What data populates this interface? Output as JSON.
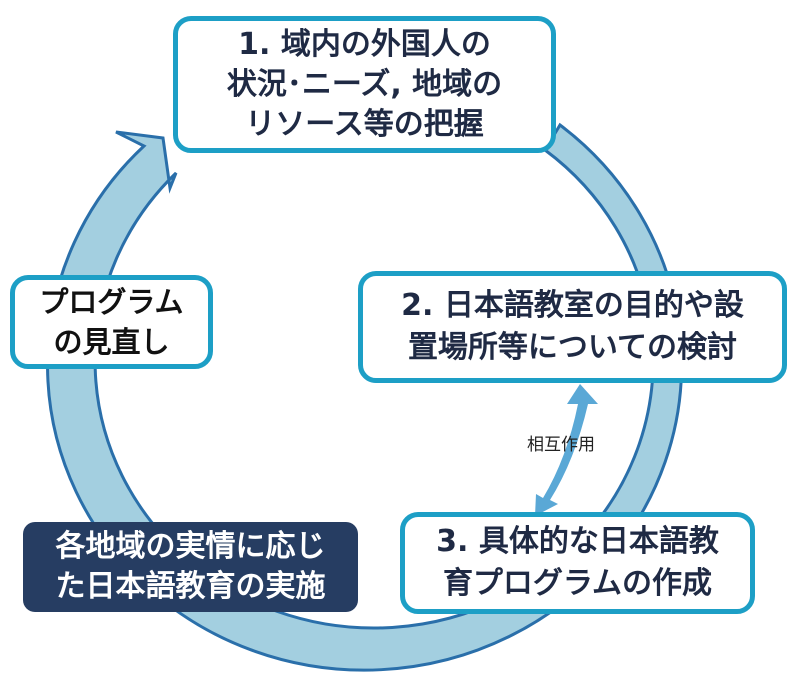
{
  "diagram": {
    "type": "cycle",
    "steps": [
      {
        "id": "step1",
        "lines": [
          "1. 域内の外国人の",
          "状況･ニーズ, 地域の",
          "リソース等の把握"
        ]
      },
      {
        "id": "step2",
        "lines": [
          "2. 日本語教室の目的や設",
          "置場所等についての検討"
        ]
      },
      {
        "id": "step3",
        "lines": [
          "3. 具体的な日本語教",
          "育プログラムの作成"
        ]
      },
      {
        "id": "implementation",
        "lines": [
          "各地域の実情に応じ",
          "た日本語教育の実施"
        ]
      },
      {
        "id": "review",
        "lines": [
          "プログラム",
          "の見直し"
        ]
      }
    ],
    "interaction_label": "相互作用",
    "colors": {
      "box_border": "#1d9fc6",
      "box_text": "#1f2a44",
      "dark_box_fill": "#263d62",
      "dark_box_text": "#ffffff",
      "ring_fill": "#a3cfe0",
      "ring_stroke": "#2a6faa",
      "interaction_arrow": "#5aa8d6"
    }
  }
}
